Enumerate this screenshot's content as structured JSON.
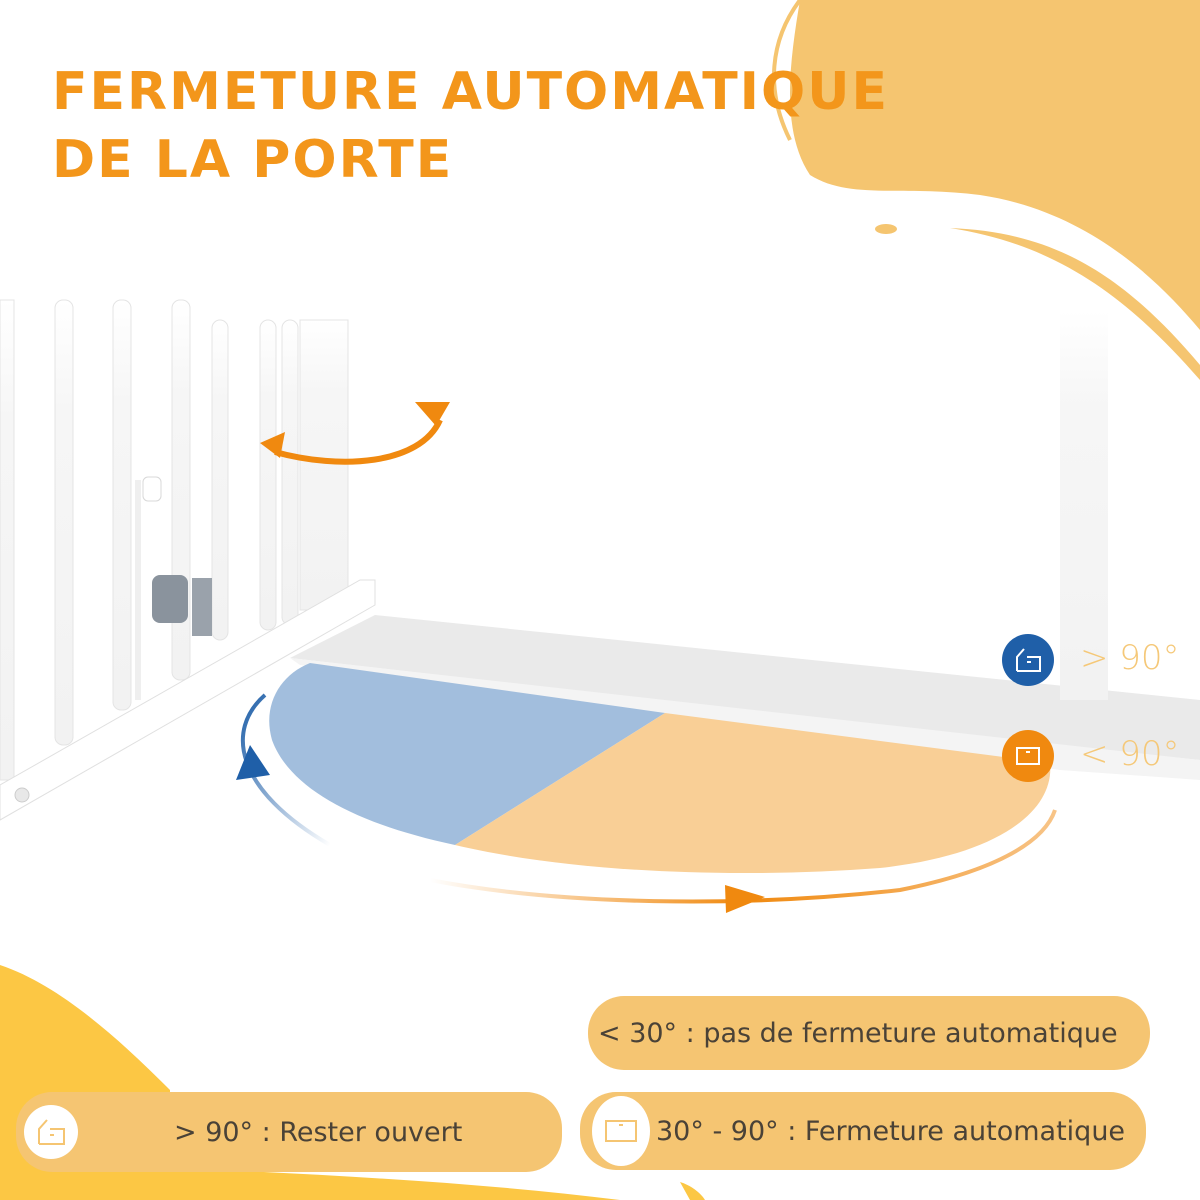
{
  "title": {
    "line1": "FERMETURE AUTOMATIQUE",
    "line2": "DE LA PORTE"
  },
  "legend": [
    {
      "icon": "door-open-icon",
      "label": "> 90°",
      "badge_color": "#1f5fa8"
    },
    {
      "icon": "door-closed-icon",
      "label": "< 90°",
      "badge_color": "#f0890f"
    }
  ],
  "info_pills": [
    {
      "icon": null,
      "text": "< 30° : pas de fermeture automatique"
    },
    {
      "icon": "door-open-icon",
      "text": "> 90° : Rester ouvert"
    },
    {
      "icon": "door-closed-icon",
      "text": "30° - 90° : Fermeture automatique"
    }
  ],
  "colors": {
    "title": "#f3961b",
    "blob": "#f5c570",
    "blob_bright": "#fcc744",
    "zone_open": "#a2bedd",
    "zone_close": "#f9cf96",
    "arrow_orange": "#f0890f",
    "arrow_blue": "#1f5fa8",
    "pill_bg": "#f5c572",
    "pill_text": "#4a4237"
  }
}
